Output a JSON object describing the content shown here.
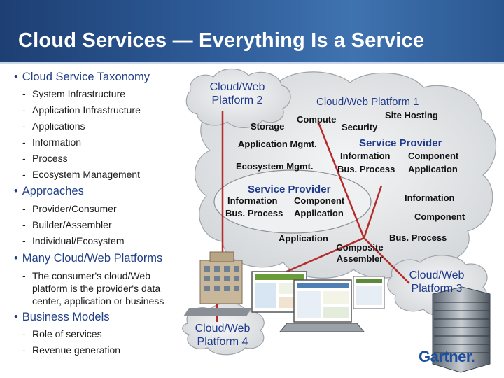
{
  "slide": {
    "title": "Cloud Services — Everything Is a Service",
    "bullets": [
      {
        "label": "Cloud Service Taxonomy",
        "subs": [
          "System Infrastructure",
          "Application Infrastructure",
          "Applications",
          "Information",
          "Process",
          "Ecosystem Management"
        ]
      },
      {
        "label": "Approaches",
        "subs": [
          "Provider/Consumer",
          "Builder/Assembler",
          "Individual/Ecosystem"
        ]
      },
      {
        "label": "Many Cloud/Web Platforms",
        "subs": [
          "The consumer's cloud/Web",
          "platform is the provider's data",
          "center, application or business"
        ]
      },
      {
        "label": "Business Models",
        "subs": [
          "Role of services",
          "Revenue generation"
        ]
      }
    ]
  },
  "diagram": {
    "platform2": [
      "Cloud/Web",
      "Platform 2"
    ],
    "platform1": "Cloud/Web Platform 1",
    "site_hosting": "Site Hosting",
    "storage": "Storage",
    "compute": "Compute",
    "security": "Security",
    "app_mgmt": "Application Mgmt.",
    "ecosystem_mgmt": "Ecosystem Mgmt.",
    "service_provider_right": "Service Provider",
    "sp_right_row1": [
      "Information",
      "Component"
    ],
    "sp_right_row2": [
      "Bus. Process",
      "Application"
    ],
    "service_provider_center": "Service Provider",
    "sp_center_row1": [
      "Information",
      "Component"
    ],
    "sp_center_row2": [
      "Bus. Process",
      "Application"
    ],
    "application": "Application",
    "information": "Information",
    "component": "Component",
    "bus_process": "Bus. Process",
    "composite": [
      "Composite",
      "Assembler"
    ],
    "platform3": [
      "Cloud/Web",
      "Platform 3"
    ],
    "platform4": [
      "Cloud/Web",
      "Platform 4"
    ],
    "logo": "Gartner."
  }
}
